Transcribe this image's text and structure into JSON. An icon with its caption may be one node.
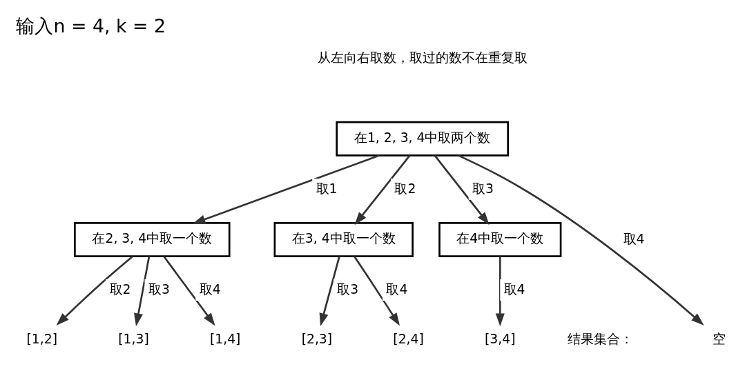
{
  "diagram": {
    "title": "输入n = 4, k = 2",
    "nodes": [
      {
        "text": [
          "在1, 2, 3, 4中取两个数"
        ]
      },
      {
        "text": [
          "在2, 3, 4中取一个数"
        ]
      },
      {
        "text": [
          "在3, 4中取一个数"
        ]
      },
      {
        "text": [
          "在4中取一个数"
        ]
      },
      {
        "text": [
          "空"
        ]
      },
      {
        "text": [
          "[1,2]"
        ]
      },
      {
        "text": [
          "[1,3]"
        ]
      },
      {
        "text": [
          "[1,4]"
        ]
      },
      {
        "text": [
          "[2,3]"
        ]
      },
      {
        "text": [
          "[2,4]"
        ]
      },
      {
        "text": [
          "[3,4]"
        ]
      }
    ],
    "edges": [
      {
        "from": 0,
        "to": 1,
        "arrow": "to",
        "label": "取1"
      },
      {
        "from": 0,
        "to": 2,
        "arrow": "to",
        "label": "取2"
      },
      {
        "from": 0,
        "to": 3,
        "arrow": "to",
        "label": "取3"
      },
      {
        "from": 0,
        "to": 4,
        "arrow": "to",
        "label": "取4"
      },
      {
        "from": 1,
        "to": 5,
        "arrow": "to",
        "label": "取2"
      },
      {
        "from": 1,
        "to": 6,
        "arrow": "to",
        "label": "取3"
      },
      {
        "from": 1,
        "to": 7,
        "arrow": "to",
        "label": "取4"
      },
      {
        "from": 2,
        "to": 8,
        "arrow": "to",
        "label": "取3"
      },
      {
        "from": 2,
        "to": 9,
        "arrow": "to",
        "label": "取4"
      },
      {
        "from": 3,
        "to": 10,
        "arrow": "to",
        "label": "取4"
      }
    ],
    "labels": [
      "从左向右取数，取过的数不在重复取",
      "结果集合："
    ]
  }
}
